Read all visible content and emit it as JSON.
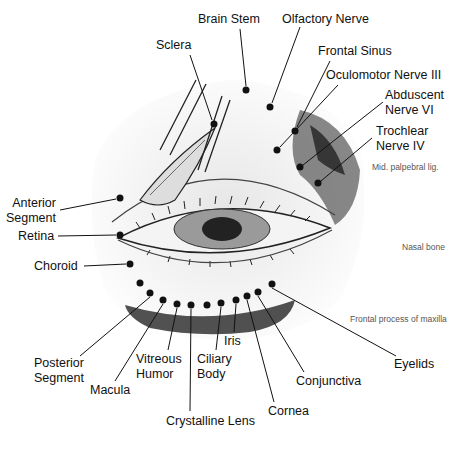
{
  "diagram": {
    "labels": [
      "Brain Stem",
      "Olfactory Nerve",
      "Sclera",
      "Frontal Sinus",
      "Oculomotor Nerve III",
      "Abduscent Nerve VI",
      "Trochlear Nerve IV",
      "Mid. palpebral lig.",
      "Anterior Segment",
      "Retina",
      "Choroid",
      "Nasal bone",
      "Frontal process of maxilla",
      "Eyelids",
      "Posterior Segment",
      "Macula",
      "Vitreous Humor",
      "Ciliary Body",
      "Iris",
      "Conjunctiva",
      "Crystalline Lens",
      "Cornea"
    ]
  }
}
